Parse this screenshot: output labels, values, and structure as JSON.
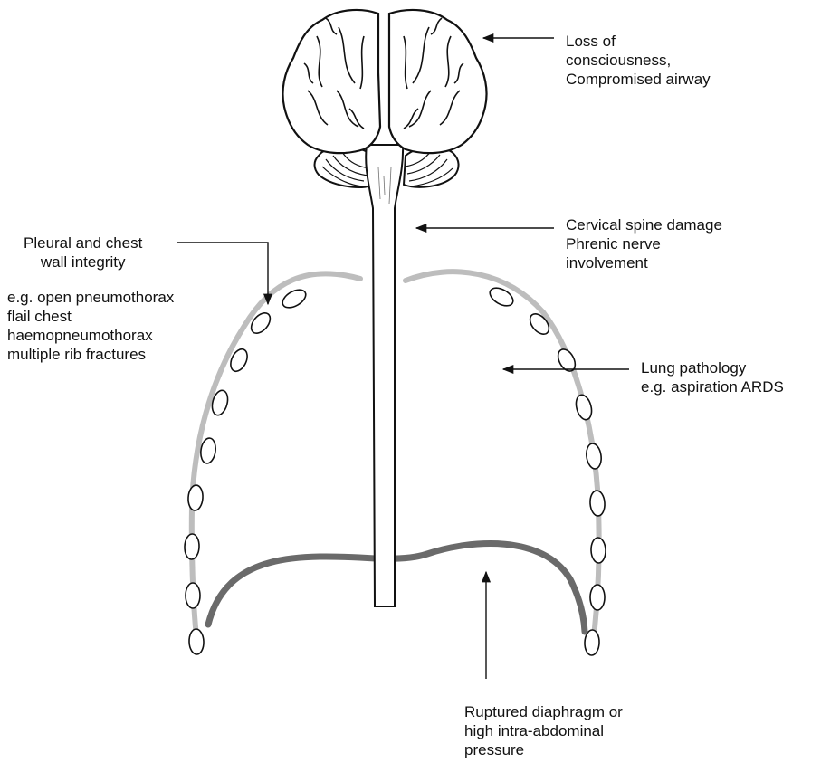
{
  "labels": {
    "consciousness": [
      "Loss of",
      "consciousness,",
      "Compromised airway"
    ],
    "spine": [
      "Cervical spine damage",
      "Phrenic nerve",
      "involvement"
    ],
    "pleural_heading": [
      "Pleural and chest",
      "wall integrity"
    ],
    "pleural_examples": [
      "e.g. open pneumothorax",
      "flail chest",
      "haemopneumothorax",
      "multiple rib fractures"
    ],
    "lung": [
      "Lung pathology",
      "e.g. aspiration ARDS"
    ],
    "diaphragm": [
      "Ruptured diaphragm or",
      "high intra-abdominal",
      "pressure"
    ]
  },
  "colors": {
    "ink": "#111111",
    "chest_wall": "#bdbdbd",
    "diaphragm": "#6a6a6a",
    "background": "#ffffff"
  }
}
